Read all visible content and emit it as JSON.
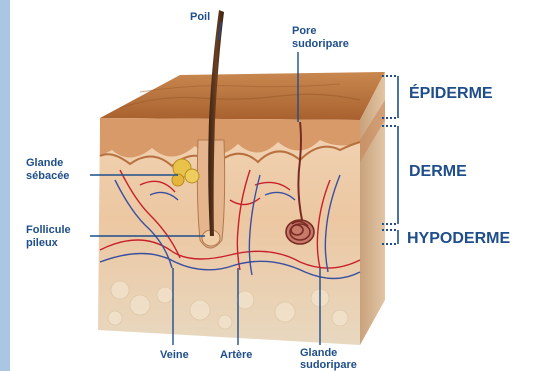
{
  "labels": {
    "poil": "Poil",
    "pore_line1": "Pore",
    "pore_line2": "sudoripare",
    "glande_seb_line1": "Glande",
    "glande_seb_line2": "sébacée",
    "follicule_line1": "Follicule",
    "follicule_line2": "pileux",
    "veine": "Veine",
    "artere": "Artère",
    "glande_sud_line1": "Glande",
    "glande_sud_line2": "sudoripare"
  },
  "layers": {
    "epiderme": "ÉPIDERME",
    "derme": "DERME",
    "hypoderme": "HYPODERME"
  },
  "colors": {
    "label": "#1f4e8a",
    "sidebar": "#a9c7e3",
    "vein": "#3a4fa0",
    "artery": "#c8202a"
  }
}
